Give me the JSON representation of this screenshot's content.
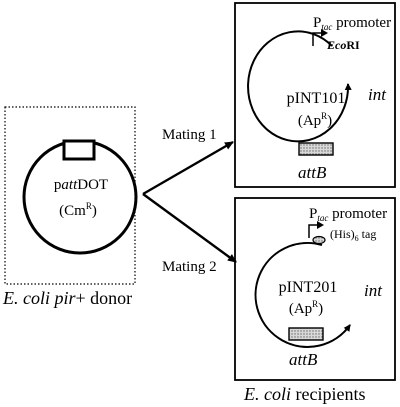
{
  "donor": {
    "plasmid_prefix": "p",
    "plasmid_italic": "att",
    "plasmid_suffix": "DOT",
    "marker_open": "(Cm",
    "marker_sup": "R",
    "marker_close": ")",
    "caption_italic": "E. coli pir",
    "caption_rest": "+ donor"
  },
  "matings": {
    "m1": "Mating 1",
    "m2": "Mating 2"
  },
  "recipient1": {
    "promoter_main": "P",
    "promoter_sub": "tac",
    "promoter_word": " promoter",
    "site_italic": "Eco",
    "site_rest": "RI",
    "plasmid": "pINT101",
    "marker_open": "(Ap",
    "marker_sup": "R",
    "marker_close": ")",
    "gene": "int",
    "att": "attB"
  },
  "recipient2": {
    "promoter_main": "P",
    "promoter_sub": "tac",
    "promoter_word": " promoter",
    "tag_open": "(His)",
    "tag_sub": "6",
    "tag_word": " tag",
    "plasmid": "pINT201",
    "marker_open": "(Ap",
    "marker_sup": "R",
    "marker_close": ")",
    "gene": "int",
    "att": "attB"
  },
  "recipients_caption": {
    "italic": "E. coli",
    "rest": " recipients"
  }
}
